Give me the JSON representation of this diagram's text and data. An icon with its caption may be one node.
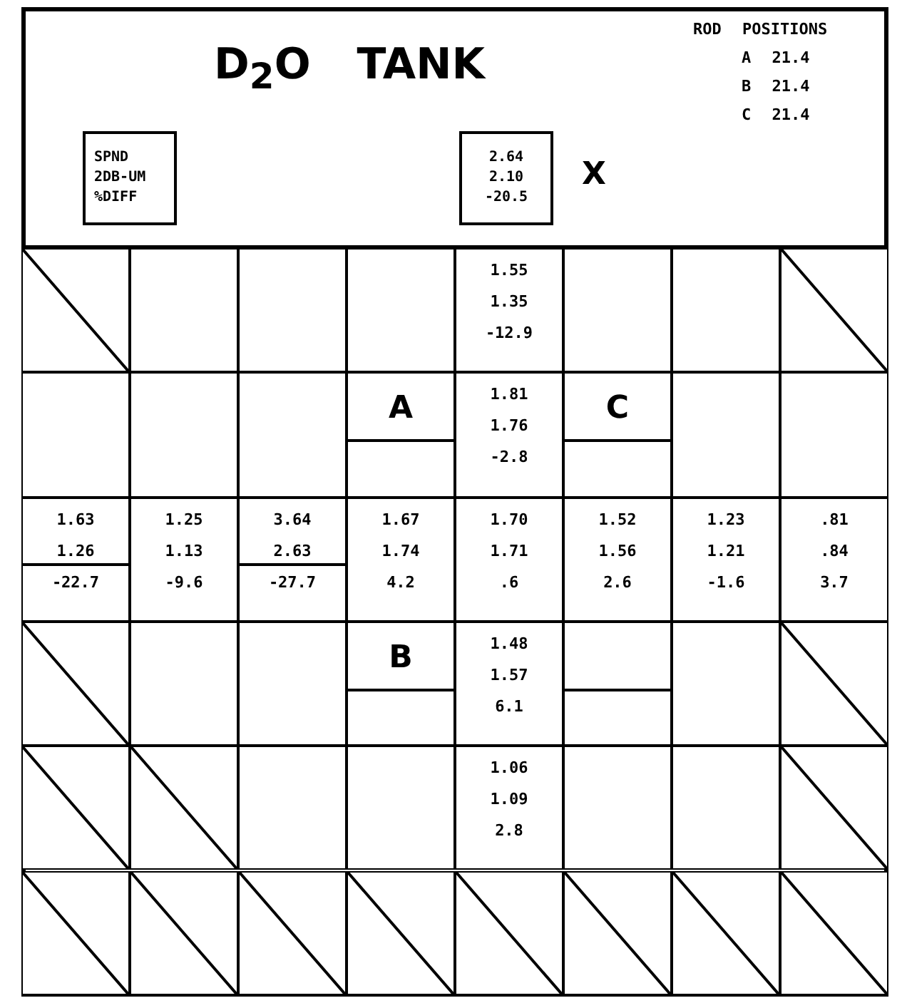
{
  "diagram": {
    "title": "D$_{2}$O TANK",
    "nodes": [
      {
        "text": [
          "SPND",
          "2DB-UM",
          "%DIFF"
        ]
      },
      {
        "text": [
          "2.64",
          "2.10",
          "-20.5"
        ],
        "beside": [
          "X"
        ]
      },
      {
        "text": [],
        "shape": "triangle"
      },
      {
        "text": [],
        "shape": "box"
      },
      {
        "text": [],
        "shape": "box"
      },
      {
        "text": [],
        "shape": "box"
      },
      {
        "text": [
          "1.55",
          "1.35",
          "-12.9"
        ]
      },
      {
        "text": [],
        "shape": "box"
      },
      {
        "text": [],
        "shape": "box"
      },
      {
        "text": [],
        "shape": "triangle"
      },
      {
        "text": [],
        "shape": "box"
      },
      {
        "text": [],
        "shape": "box"
      },
      {
        "text": [],
        "shape": "box"
      },
      {
        "text": [
          "A"
        ]
      },
      {
        "text": [
          "1.81",
          "1.76",
          "-2.8"
        ]
      },
      {
        "text": [
          "C"
        ]
      },
      {
        "text": [],
        "shape": "box"
      },
      {
        "text": [],
        "shape": "box"
      },
      {
        "text": [
          "1.63",
          "1.26",
          "-22.7"
        ]
      },
      {
        "text": [
          "1.25",
          "1.13",
          "-9.6"
        ]
      },
      {
        "text": [
          "3.64",
          "2.63",
          "-27.7"
        ]
      },
      {
        "text": [
          "1.67",
          "1.74",
          "4.2"
        ]
      },
      {
        "text": [
          "1.70",
          "1.71",
          ".6"
        ]
      },
      {
        "text": [
          "1.52",
          "1.56",
          "2.6"
        ]
      },
      {
        "text": [
          "1.23",
          "1.21",
          "-1.6"
        ]
      },
      {
        "text": [
          ".81",
          ".84",
          "3.7"
        ]
      },
      {
        "text": [],
        "shape": "triangle"
      },
      {
        "text": [],
        "shape": "box"
      },
      {
        "text": [],
        "shape": "box"
      },
      {
        "text": [
          "B"
        ]
      },
      {
        "text": [
          "1.48",
          "1.57",
          "6.1"
        ]
      },
      {
        "text": [],
        "shape": "box"
      },
      {
        "text": [],
        "shape": "box"
      },
      {
        "text": [],
        "shape": "triangle"
      },
      {
        "text": [],
        "shape": "triangle"
      },
      {
        "text": [],
        "shape": "triangle"
      },
      {
        "text": [],
        "shape": "box"
      },
      {
        "text": [],
        "shape": "box"
      },
      {
        "text": [
          "1.06",
          "1.09",
          "2.8"
        ]
      },
      {
        "text": [],
        "shape": "box"
      },
      {
        "text": [],
        "shape": "box"
      },
      {
        "text": [],
        "shape": "triangle"
      },
      {
        "text": [],
        "shape": "triangle"
      },
      {
        "text": [],
        "shape": "triangle"
      },
      {
        "text": [],
        "shape": "triangle"
      },
      {
        "text": [],
        "shape": "triangle"
      },
      {
        "text": [],
        "shape": "triangle"
      },
      {
        "text": [],
        "shape": "triangle"
      },
      {
        "text": [],
        "shape": "triangle"
      },
      {
        "text": [],
        "shape": "triangle"
      }
    ],
    "edges": [],
    "labels": [
      "ROD POSITIONS",
      "A 21.4",
      "B 21.4",
      "C 21.4"
    ]
  }
}
